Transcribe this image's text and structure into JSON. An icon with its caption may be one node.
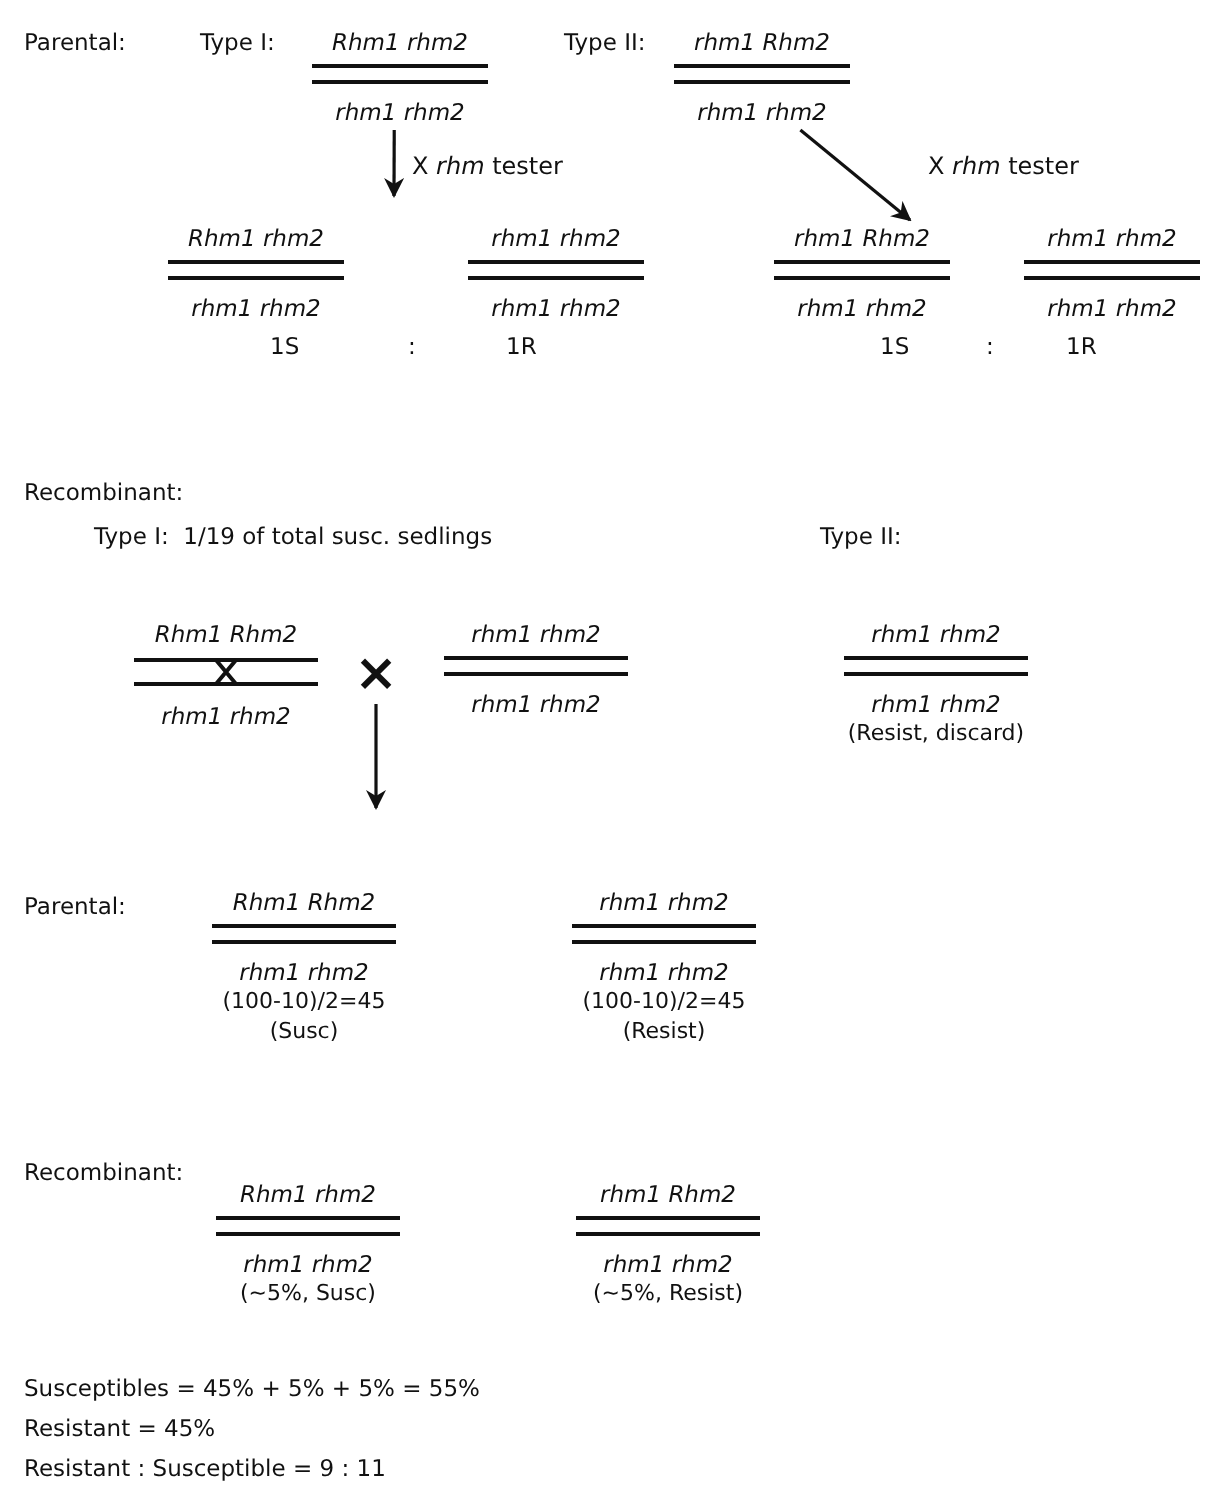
{
  "diagram": {
    "nodes": [
      {
        "text": [
          "Rhm1 rhm2",
          "rhm1 rhm2"
        ]
      },
      {
        "text": [
          "rhm1 Rhm2",
          "rhm1 rhm2"
        ]
      },
      {
        "text": [
          "Rhm1 rhm2",
          "rhm1 rhm2"
        ],
        "beside": [
          "1S"
        ]
      },
      {
        "text": [
          "rhm1 rhm2",
          "rhm1 rhm2"
        ],
        "beside": [
          "1R"
        ]
      },
      {
        "text": [
          "rhm1 Rhm2",
          "rhm1 rhm2"
        ],
        "beside": [
          "1S"
        ]
      },
      {
        "text": [
          "rhm1 rhm2",
          "rhm1 rhm2"
        ],
        "beside": [
          "1R"
        ]
      },
      {
        "text": [
          "Rhm1 Rhm2",
          "rhm1 rhm2"
        ]
      },
      {
        "text": [
          "×"
        ]
      },
      {
        "text": [
          "rhm1 rhm2",
          "rhm1 rhm2"
        ]
      },
      {
        "text": [
          "rhm1 rhm2",
          "rhm1 rhm2",
          "(Resist, discard)"
        ]
      },
      {
        "text": [
          "Rhm1 Rhm2",
          "rhm1 rhm2",
          "(100-10)/2=45",
          "(Susc)"
        ]
      },
      {
        "text": [
          "rhm1 rhm2",
          "rhm1 rhm2",
          "(100-10)/2=45",
          "(Resist)"
        ]
      },
      {
        "text": [
          "Rhm1 rhm2",
          "rhm1 rhm2",
          "(~5%, Susc)"
        ]
      },
      {
        "text": [
          "rhm1 Rhm2",
          "rhm1 rhm2",
          "(~5%, Resist)"
        ]
      }
    ],
    "edges": [
      {
        "from": 0,
        "to": null,
        "arrow": "to",
        "label": "X *rhm* tester"
      },
      {
        "from": 1,
        "to": 4,
        "arrow": "to",
        "label": "X *rhm* tester"
      },
      {
        "from": 7,
        "to": null,
        "arrow": "to"
      }
    ],
    "labels": [
      "Parental:",
      "Type I:",
      "Type II:",
      ":",
      ":",
      "Recombinant:",
      "Type I:  1/19 of total susc. sedlings",
      "Type II:",
      "Parental:",
      "Recombinant:",
      "Susceptibles = 45% + 5% + 5% = 55%",
      "Resistant = 45%",
      "Resistant : Susceptible = 9 : 11"
    ]
  }
}
